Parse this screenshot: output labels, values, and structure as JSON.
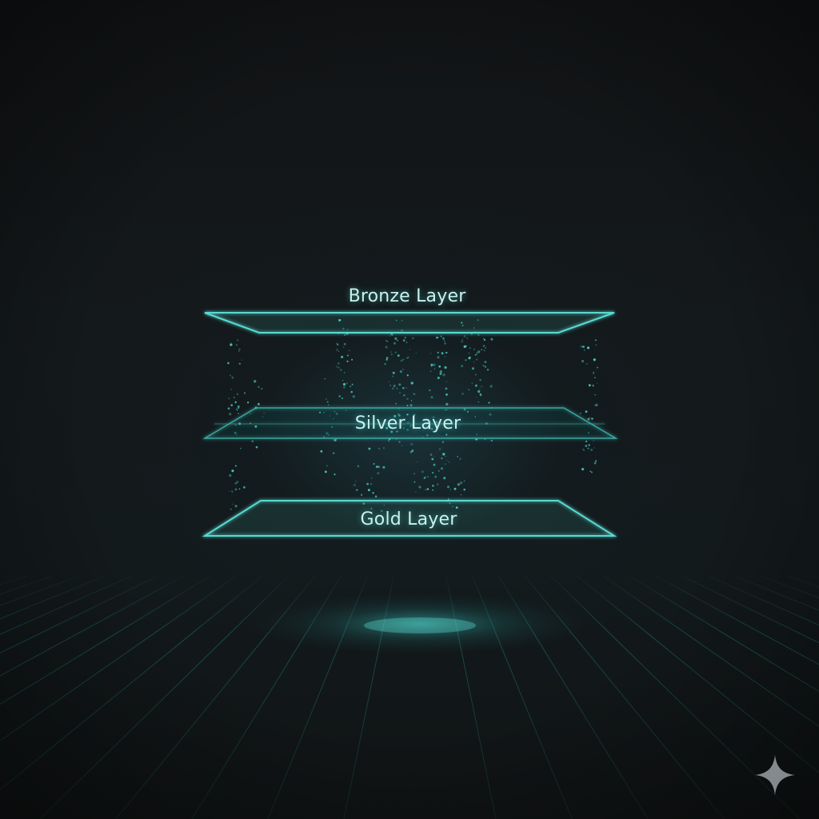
{
  "layers": [
    {
      "id": "bronze",
      "label": "Bronze Layer"
    },
    {
      "id": "silver",
      "label": "Silver Layer"
    },
    {
      "id": "gold",
      "label": "Gold Layer"
    }
  ],
  "colors": {
    "accent": "#4fd6cf",
    "label_text": "#c9f1ee",
    "background": "#121517",
    "grid": "#1f5a5c"
  },
  "icons": {
    "watermark": "sparkle-icon"
  }
}
